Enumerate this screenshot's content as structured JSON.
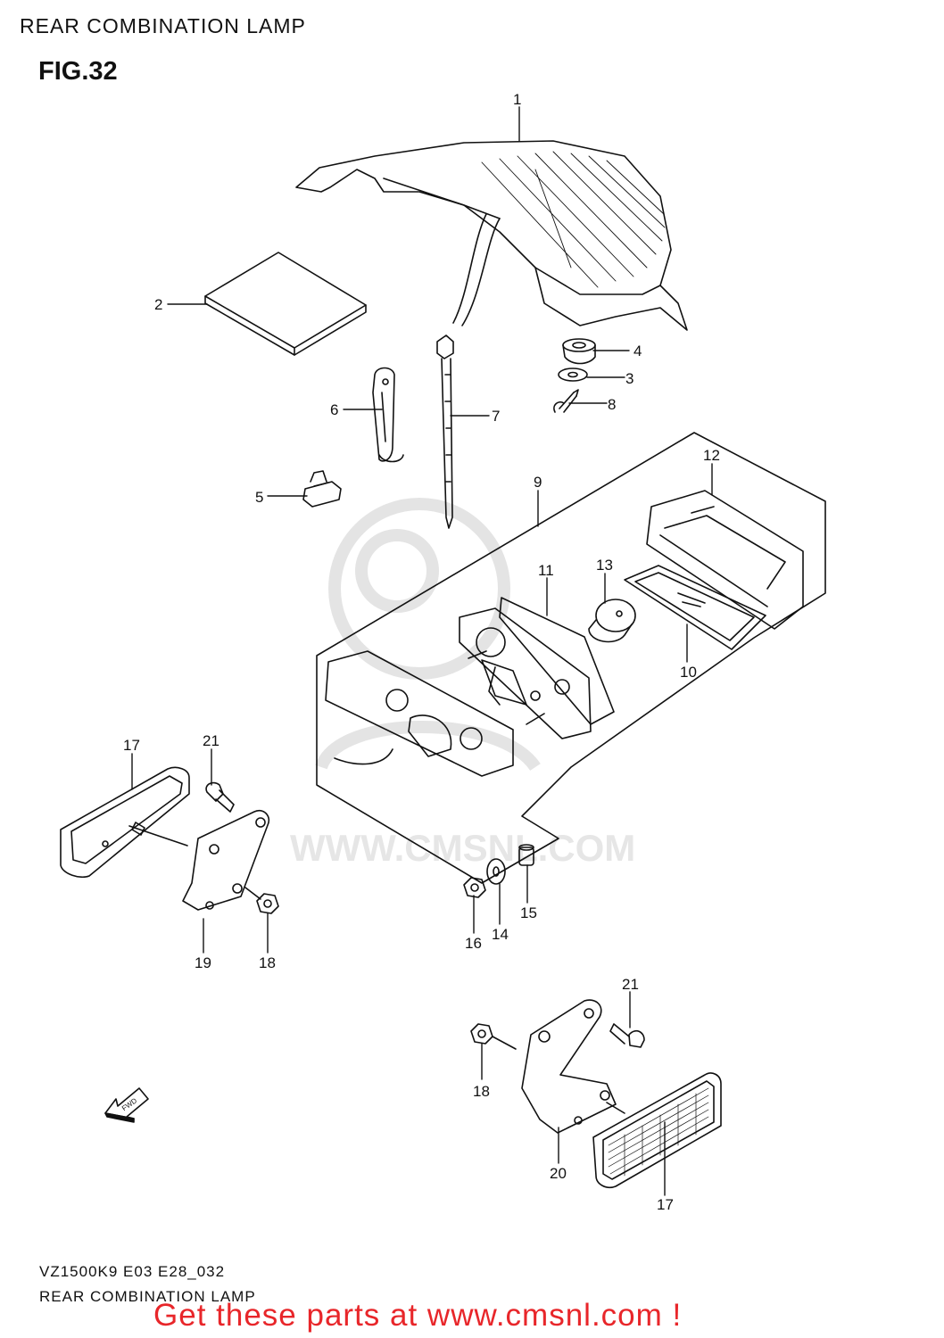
{
  "header": {
    "title": "REAR COMBINATION LAMP",
    "figure": "FIG.32"
  },
  "watermark": {
    "text": "WWW.CMSNL.COM"
  },
  "fwd_arrow": {
    "label": "FWD"
  },
  "callouts": {
    "c1": "1",
    "c2": "2",
    "c3": "3",
    "c4": "4",
    "c5": "5",
    "c6": "6",
    "c7": "7",
    "c8": "8",
    "c9": "9",
    "c10": "10",
    "c11": "11",
    "c12": "12",
    "c13": "13",
    "c14": "14",
    "c15": "15",
    "c16": "16",
    "c17a": "17",
    "c17b": "17",
    "c18a": "18",
    "c18b": "18",
    "c19": "19",
    "c20": "20",
    "c21a": "21",
    "c21b": "21"
  },
  "footer": {
    "model_code": "VZ1500K9 E03 E28_032",
    "section_name": "REAR COMBINATION LAMP",
    "call_to_action": "Get these parts at www.cmsnl.com !"
  },
  "colors": {
    "cta": "#e8262a",
    "line": "#111111",
    "watermark": "#e6e6e6"
  }
}
